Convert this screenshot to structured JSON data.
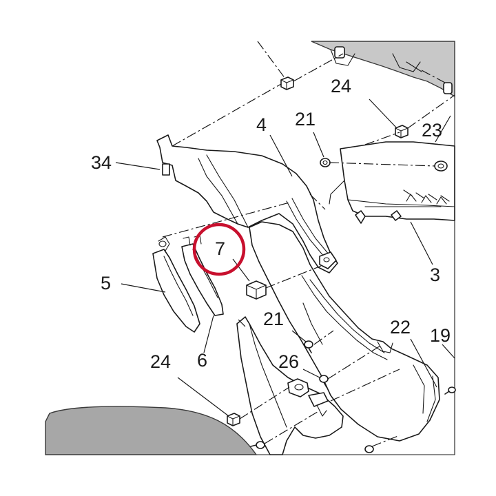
{
  "labels": {
    "p34": "34",
    "p4": "4",
    "p21_top": "21",
    "p24_top": "24",
    "p23": "23",
    "p5": "5",
    "p7": "7",
    "p6": "6",
    "p3": "3",
    "p21_mid": "21",
    "p22": "22",
    "p19": "19",
    "p24_bottom": "24",
    "p26": "26"
  },
  "highlight": {
    "part": "7",
    "color": "#c8102e"
  }
}
